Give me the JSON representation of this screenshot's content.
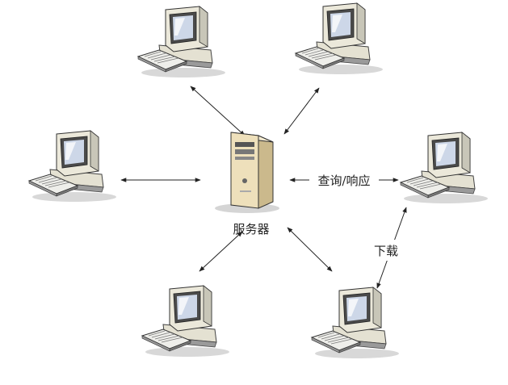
{
  "diagram": {
    "server_label": "服务器",
    "query_label": "查询/响应",
    "download_label": "下载"
  },
  "colors": {
    "background": "#ffffff",
    "line": "#222222",
    "label_text": "#222222",
    "pc_body": "#e9e6d8",
    "pc_dark": "#5e5e5e",
    "screen": "#c9d4e6",
    "server_body": "#eadbb3",
    "server_front": "#f3e9cc"
  },
  "icons": [
    "desktop-computer-icon",
    "server-tower-icon",
    "double-arrow-icon"
  ]
}
